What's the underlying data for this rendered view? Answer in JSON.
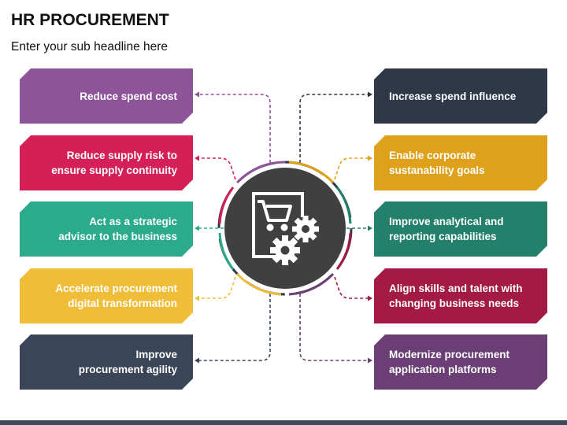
{
  "title": "HR PROCUREMENT",
  "subtitle": "Enter your sub headline here",
  "center_icon": "shopping-cart-with-gears-icon",
  "left_items": [
    {
      "line1": "Reduce spend cost",
      "line2": "",
      "color": "#8e5499"
    },
    {
      "line1": "Reduce supply risk to",
      "line2": "ensure supply continuity",
      "color": "#d42057"
    },
    {
      "line1": "Act as a strategic",
      "line2": "advisor to the business",
      "color": "#2bab8c"
    },
    {
      "line1": "Accelerate procurement",
      "line2": "digital transformation",
      "color": "#f0bd39"
    },
    {
      "line1": "Improve",
      "line2": "procurement agility",
      "color": "#3a4658"
    }
  ],
  "right_items": [
    {
      "line1": "Increase spend influence",
      "line2": "",
      "color": "#2e3848"
    },
    {
      "line1": "Enable corporate",
      "line2": "sustanability goals",
      "color": "#dfa11c"
    },
    {
      "line1": "Improve analytical and",
      "line2": "reporting capabilities",
      "color": "#23806b"
    },
    {
      "line1": "Align skills and talent with",
      "line2": "changing business needs",
      "color": "#a31a45"
    },
    {
      "line1": "Modernize procurement",
      "line2": "application platforms",
      "color": "#6b3f75"
    }
  ]
}
